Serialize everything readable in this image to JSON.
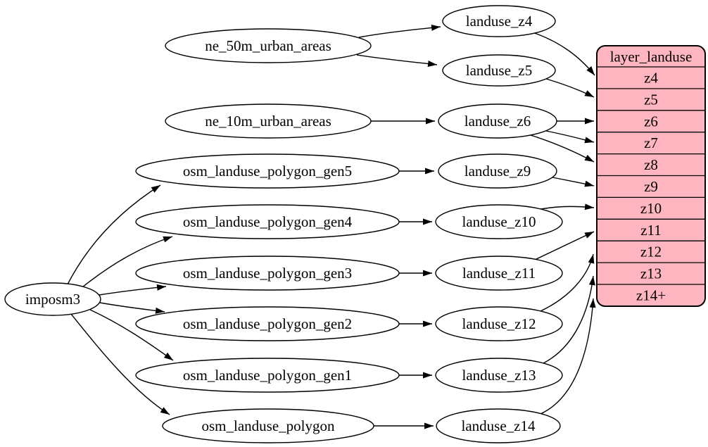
{
  "diagram": {
    "type": "graphviz-digraph",
    "colors": {
      "record_fill": "#ffb6c1",
      "node_fill": "#ffffff",
      "stroke": "#000000",
      "background": "#ffffff"
    },
    "nodes": {
      "imposm3": {
        "label": "imposm3"
      },
      "ne_50m_urban_areas": {
        "label": "ne_50m_urban_areas"
      },
      "ne_10m_urban_areas": {
        "label": "ne_10m_urban_areas"
      },
      "osm_landuse_polygon_gen5": {
        "label": "osm_landuse_polygon_gen5"
      },
      "osm_landuse_polygon_gen4": {
        "label": "osm_landuse_polygon_gen4"
      },
      "osm_landuse_polygon_gen3": {
        "label": "osm_landuse_polygon_gen3"
      },
      "osm_landuse_polygon_gen2": {
        "label": "osm_landuse_polygon_gen2"
      },
      "osm_landuse_polygon_gen1": {
        "label": "osm_landuse_polygon_gen1"
      },
      "osm_landuse_polygon": {
        "label": "osm_landuse_polygon"
      },
      "landuse_z4": {
        "label": "landuse_z4"
      },
      "landuse_z5": {
        "label": "landuse_z5"
      },
      "landuse_z6": {
        "label": "landuse_z6"
      },
      "landuse_z9": {
        "label": "landuse_z9"
      },
      "landuse_z10": {
        "label": "landuse_z10"
      },
      "landuse_z11": {
        "label": "landuse_z11"
      },
      "landuse_z12": {
        "label": "landuse_z12"
      },
      "landuse_z13": {
        "label": "landuse_z13"
      },
      "landuse_z14": {
        "label": "landuse_z14"
      }
    },
    "record": {
      "title": "layer_landuse",
      "rows": [
        "z4",
        "z5",
        "z6",
        "z7",
        "z8",
        "z9",
        "z10",
        "z11",
        "z12",
        "z13",
        "z14+"
      ]
    },
    "edges": [
      {
        "from": "imposm3",
        "to": "osm_landuse_polygon_gen5"
      },
      {
        "from": "imposm3",
        "to": "osm_landuse_polygon_gen4"
      },
      {
        "from": "imposm3",
        "to": "osm_landuse_polygon_gen3"
      },
      {
        "from": "imposm3",
        "to": "osm_landuse_polygon_gen2"
      },
      {
        "from": "imposm3",
        "to": "osm_landuse_polygon_gen1"
      },
      {
        "from": "imposm3",
        "to": "osm_landuse_polygon"
      },
      {
        "from": "ne_50m_urban_areas",
        "to": "landuse_z4"
      },
      {
        "from": "ne_50m_urban_areas",
        "to": "landuse_z5"
      },
      {
        "from": "ne_10m_urban_areas",
        "to": "landuse_z6"
      },
      {
        "from": "osm_landuse_polygon_gen5",
        "to": "landuse_z9"
      },
      {
        "from": "osm_landuse_polygon_gen4",
        "to": "landuse_z10"
      },
      {
        "from": "osm_landuse_polygon_gen3",
        "to": "landuse_z11"
      },
      {
        "from": "osm_landuse_polygon_gen2",
        "to": "landuse_z12"
      },
      {
        "from": "osm_landuse_polygon_gen1",
        "to": "landuse_z13"
      },
      {
        "from": "osm_landuse_polygon",
        "to": "landuse_z14"
      },
      {
        "from": "landuse_z4",
        "to": "layer_landuse:z4"
      },
      {
        "from": "landuse_z5",
        "to": "layer_landuse:z5"
      },
      {
        "from": "landuse_z6",
        "to": "layer_landuse:z6"
      },
      {
        "from": "landuse_z6",
        "to": "layer_landuse:z7"
      },
      {
        "from": "landuse_z6",
        "to": "layer_landuse:z8"
      },
      {
        "from": "landuse_z9",
        "to": "layer_landuse:z9"
      },
      {
        "from": "landuse_z10",
        "to": "layer_landuse:z10"
      },
      {
        "from": "landuse_z11",
        "to": "layer_landuse:z11"
      },
      {
        "from": "landuse_z12",
        "to": "layer_landuse:z12"
      },
      {
        "from": "landuse_z13",
        "to": "layer_landuse:z13"
      },
      {
        "from": "landuse_z14",
        "to": "layer_landuse:z14+"
      }
    ]
  }
}
